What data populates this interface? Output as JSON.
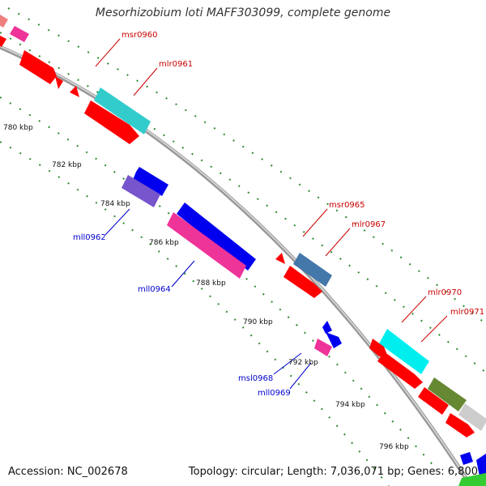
{
  "title": "Mesorhizobium loti MAFF303099, complete genome",
  "footer": {
    "accession": "Accession: NC_002678",
    "topology": "Topology: circular; Length: 7,036,071 bp; Genes: 6,800"
  },
  "scale_labels": [
    "780 kbp",
    "782 kbp",
    "784 kbp",
    "786 kbp",
    "788 kbp",
    "790 kbp",
    "792 kbp",
    "794 kbp",
    "796 kbp"
  ],
  "gene_labels": {
    "msr0960": "msr0960",
    "mlr0961": "mlr0961",
    "mll0962": "mll0962",
    "mll0964": "mll0964",
    "msr0965": "msr0965",
    "mlr0967": "mlr0967",
    "mlr0970": "mlr0970",
    "mlr0971": "mlr0971",
    "msl0968": "msl0968",
    "mll0969": "mll0969"
  },
  "colors": {
    "forward_label": "#cc0000",
    "reverse_label": "#0000cc",
    "gene_red": "#ff0000",
    "gene_blue": "#0000ee",
    "gene_cyan": "#33cccc",
    "gene_magenta": "#ee3399",
    "gene_purple": "#7755cc",
    "gene_steel": "#4477aa",
    "gene_olive": "#668833",
    "gene_gray": "#cccccc",
    "gene_green": "#33cc33",
    "backbone": "#888888",
    "tick": "#2e8b2e"
  }
}
